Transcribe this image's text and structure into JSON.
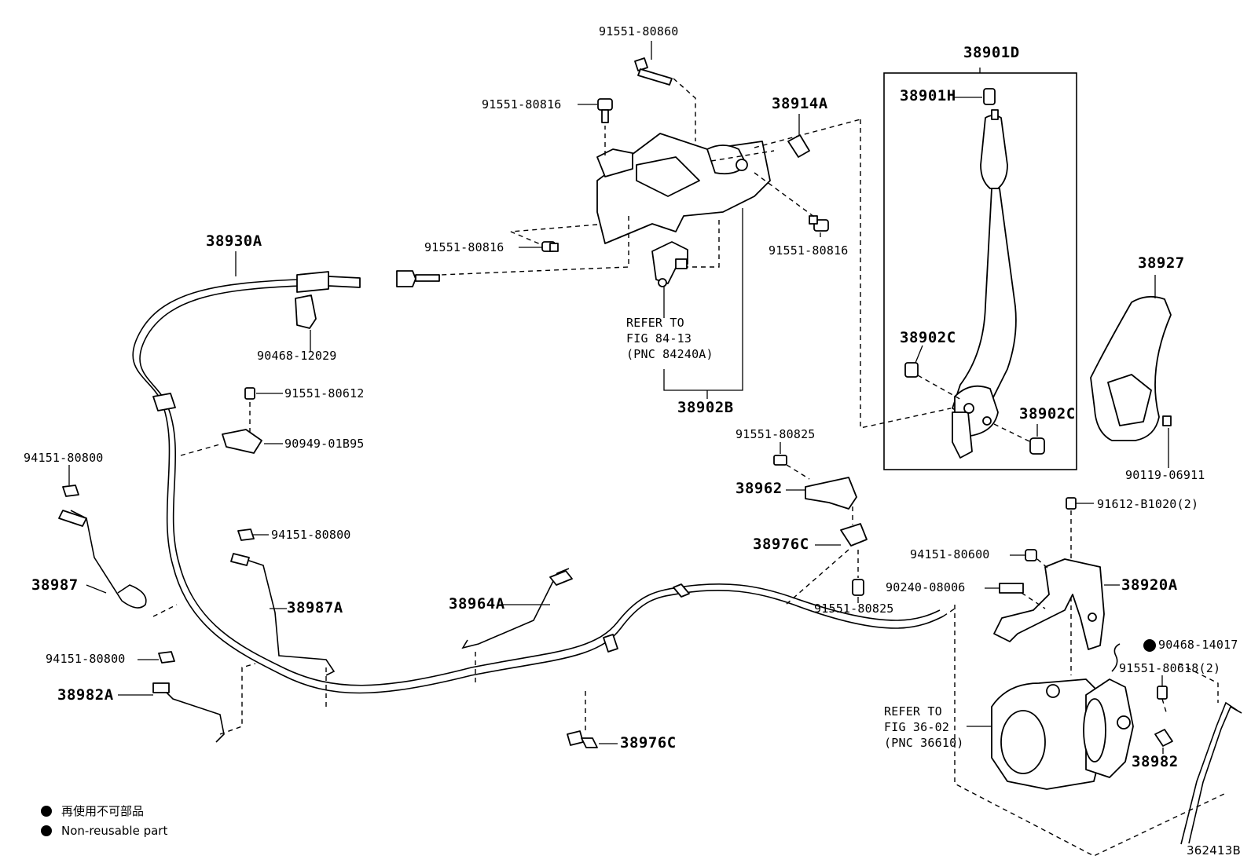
{
  "labels": {
    "p38901D": "38901D",
    "p38901H": "38901H",
    "p38902C_a": "38902C",
    "p38902C_b": "38902C",
    "p38914A": "38914A",
    "p38930A": "38930A",
    "p38927": "38927",
    "p38902B": "38902B",
    "p38962": "38962",
    "p38976C_a": "38976C",
    "p38976C_b": "38976C",
    "p38987": "38987",
    "p38987A": "38987A",
    "p38964A": "38964A",
    "p38982A": "38982A",
    "p38920A": "38920A",
    "p38982": "38982",
    "b91551_80860": "91551-80860",
    "b91551_80816_a": "91551-80816",
    "b91551_80816_b": "91551-80816",
    "b91551_80816_c": "91551-80816",
    "b90468_12029": "90468-12029",
    "b91551_80612": "91551-80612",
    "b90949_01B95": "90949-01B95",
    "b94151_80800_a": "94151-80800",
    "b94151_80800_b": "94151-80800",
    "b94151_80800_c": "94151-80800",
    "b91551_80825_a": "91551-80825",
    "b91551_80825_b": "91551-80825",
    "b90119_06911": "90119-06911",
    "b91612_B1020": "91612-B1020(2)",
    "b94151_80600": "94151-80600",
    "b90240_08006": "90240-08006",
    "b90468_14017": "90468-14017",
    "b91551_80618": "91551-80618(2)"
  },
  "refer1": {
    "line1": "REFER TO",
    "line2": "FIG 84-13",
    "line3": "(PNC 84240A)"
  },
  "refer2": {
    "line1": "REFER TO",
    "line2": "FIG 36-02",
    "line3": "(PNC 36610)"
  },
  "legend": {
    "jp": "再使用不可部品",
    "en": "Non-reusable part"
  },
  "figure_id": "362413B"
}
